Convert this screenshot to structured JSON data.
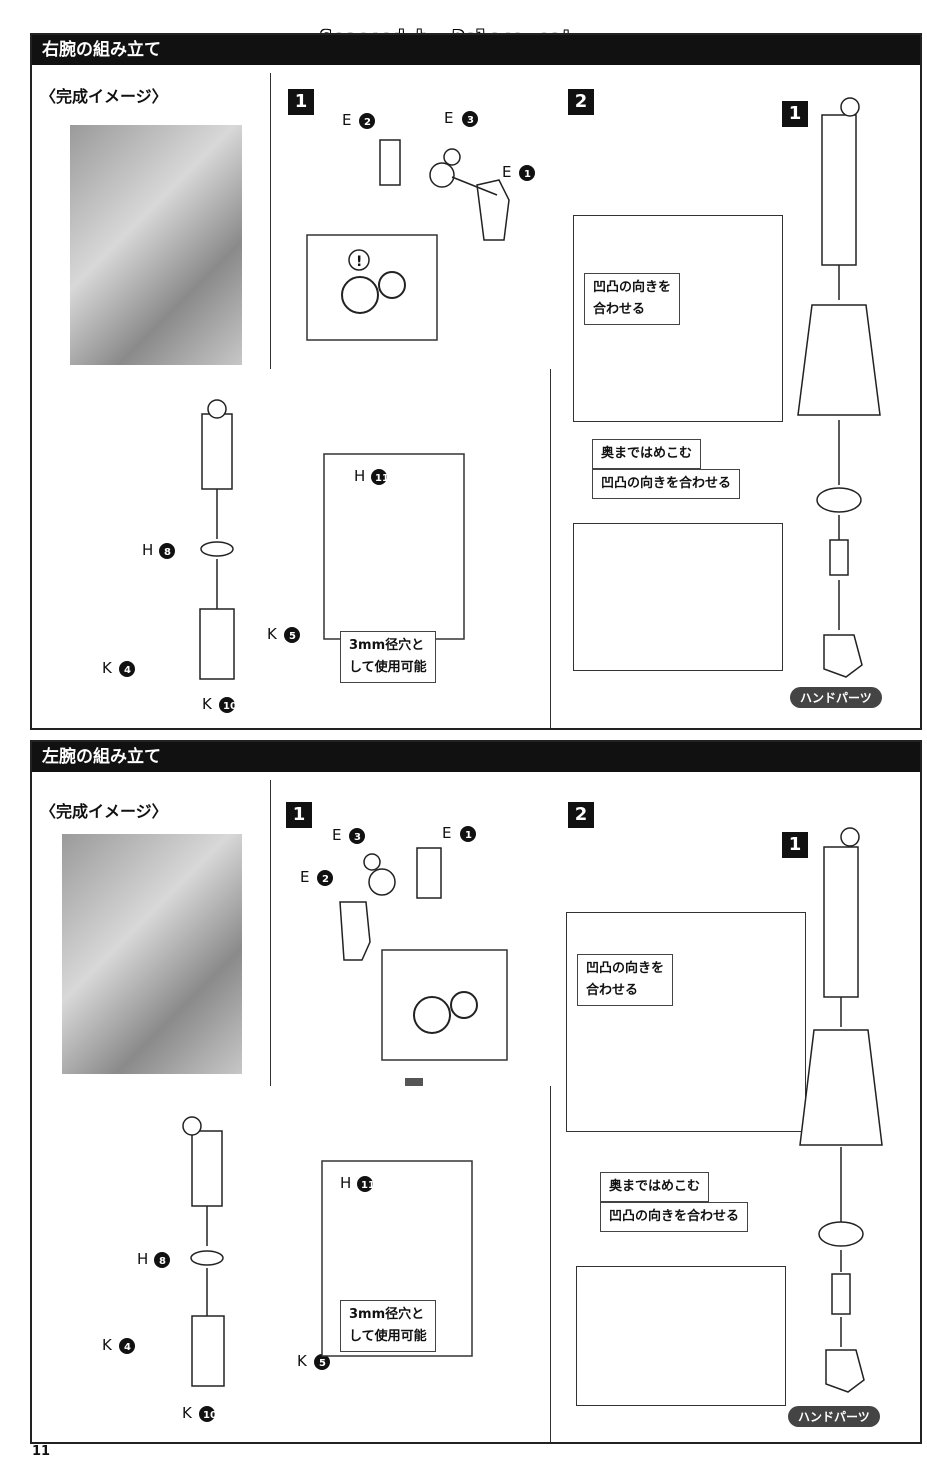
{
  "watermark": "Scanned by Dalong.net",
  "page_number": "11",
  "right_arm": {
    "title": "右腕の組み立て",
    "image_label": "〈完成イメージ〉",
    "step1": "1",
    "step2": "2",
    "sub_step": "1",
    "parts_a": [
      "E",
      "2",
      "E",
      "3",
      "E",
      "1"
    ],
    "note_3mm": "3mm径穴と\nして使用可能",
    "note_align": "凹凸の向きを\n合わせる",
    "note_press": "奥まではめこむ",
    "note_align2": "凹凸の向きを合わせる",
    "hand_parts": "ハンドパーツ"
  },
  "left_arm": {
    "title": "左腕の組み立て",
    "image_label": "〈完成イメージ〉",
    "step1": "1",
    "step2": "2",
    "sub_step": "1",
    "note_3mm": "3mm径穴と\nして使用可能",
    "note_align": "凹凸の向きを\n合わせる",
    "note_press": "奥まではめこむ",
    "note_align2": "凹凸の向きを合わせる",
    "hand_parts": "ハンドパーツ"
  }
}
